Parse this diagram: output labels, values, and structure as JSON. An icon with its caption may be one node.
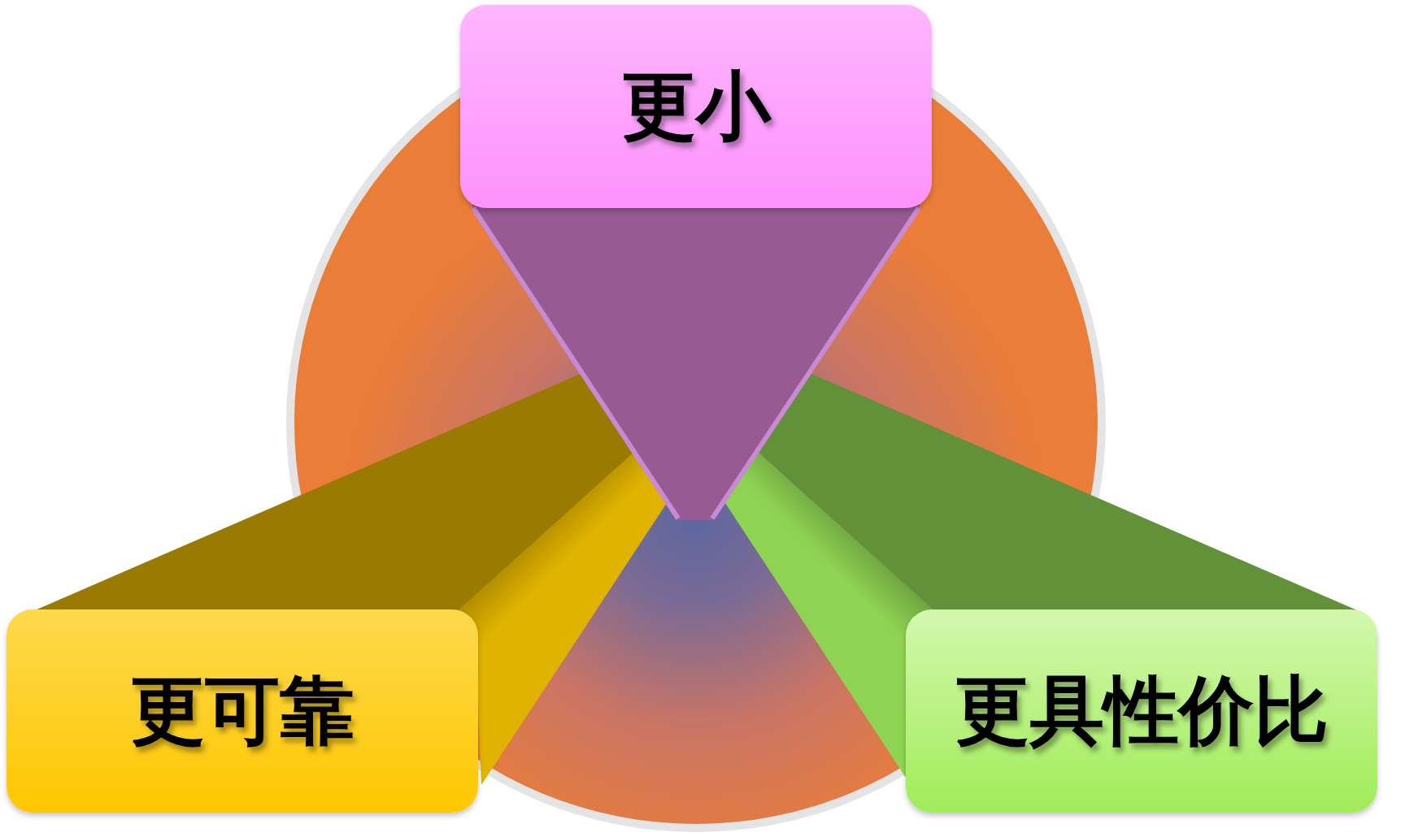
{
  "diagram": {
    "nodes": [
      {
        "text": [
          "更小"
        ]
      },
      {
        "text": [
          "更可靠"
        ]
      },
      {
        "text": [
          "更具性价比"
        ]
      }
    ]
  }
}
